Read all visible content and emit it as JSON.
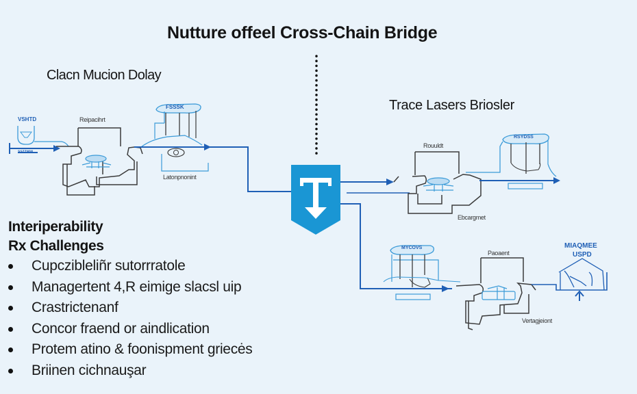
{
  "title": "Nutture offeel Cross-Chain Bridge",
  "left_section": {
    "heading": "Clacn Mucion Dolay",
    "source_label": "VSHTD",
    "source_sublabel": "sszzww",
    "node1_label": "Reipacihrt",
    "node2_top_label": "FSSSK",
    "node2_bottom_label": "Latonpnonint"
  },
  "bridge": {
    "icon": "bridge-t-arrow-icon",
    "color": "#1a96d4"
  },
  "right_section": {
    "heading": "Trace Lasers Briosler",
    "top_node_label": "Rouuldt",
    "top_node_bottom_label": "Ebcargmet",
    "top_dest_label": "RSYDSS",
    "bottom_src_label": "MYCOVS",
    "bottom_node_label": "Paoaent",
    "bottom_node_bottom_label": "Vertagjeiont",
    "far_right_label_line1": "MIAQMEE",
    "far_right_label_line2": "USPD"
  },
  "challenges": {
    "heading_line1": "Interiperability",
    "heading_line2": "Rx Challenges",
    "items": [
      "Cupczibleliñr sutorrratole",
      "Managertent 4,R eimige slacsl uip",
      "Crastrictenanf",
      "Concor fraend or aindlication",
      "Protem atino & foonispment griecės",
      "Briinen cichnauşar"
    ]
  },
  "colors": {
    "background": "#eaf3fa",
    "line_blue": "#1f5fb5",
    "light_blue": "#3a9ad8",
    "sketch": "#3b3b3b"
  }
}
